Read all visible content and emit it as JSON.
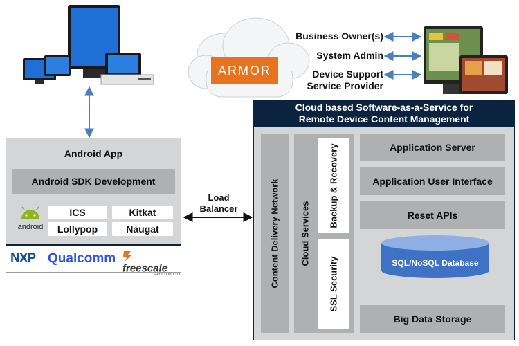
{
  "android_panel": {
    "title": "Android App",
    "sdk_label": "Android SDK Development",
    "android_word": "android",
    "versions": [
      "ICS",
      "Kitkat",
      "Lollypop",
      "Naugat"
    ]
  },
  "vendors": {
    "nxp": "NXP",
    "qualcomm": "Qualcomm",
    "freescale": "freescale",
    "freescale_sub": "semiconductor"
  },
  "load_balancer": {
    "line1": "Load",
    "line2": "Balancer"
  },
  "cloud": {
    "brand": "ARMOR"
  },
  "roles": {
    "business_owner": "Business Owner(s)",
    "system_admin": "System Admin",
    "device_support_line1": "Device Support",
    "device_support_line2": "Service Provider"
  },
  "saas": {
    "title_line1": "Cloud based Software-as-a-Service for",
    "title_line2": "Remote Device Content Management",
    "cdn": "Content Delivery Network",
    "cloud_services": "Cloud Services",
    "backup": "Backup & Recovery",
    "ssl": "SSL Security",
    "app_server": "Application Server",
    "app_ui": "Application User Interface",
    "reset_apis": "Reset APIs",
    "database": "SQL/NoSQL Database",
    "big_data": "Big Data Storage"
  },
  "colors": {
    "navy": "#0c2340",
    "panel_grey": "#d4d5d6",
    "box_grey": "#aeb0b2",
    "arrow_blue": "#4a7ec2",
    "armor_orange": "#e7731f",
    "db_blue": "#3d72c4",
    "android_green": "#8cb61a"
  }
}
